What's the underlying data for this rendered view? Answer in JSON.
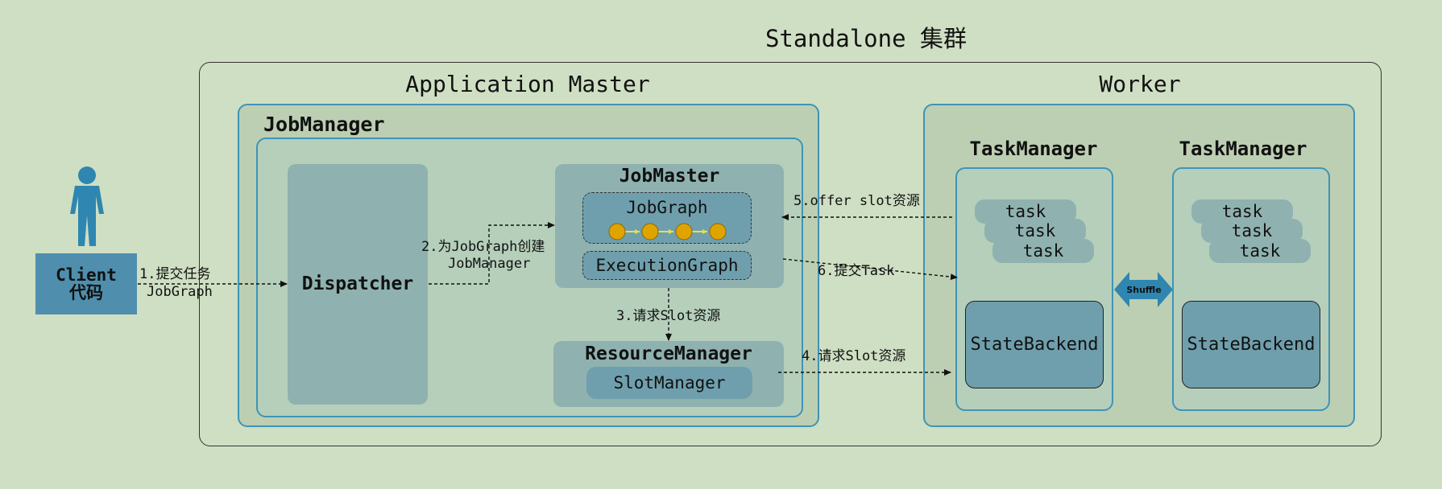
{
  "title": "Standalone 集群",
  "application_master": {
    "title": "Application Master",
    "jobmanager": {
      "label": "JobManager",
      "dispatcher": "Dispatcher",
      "jobmaster": {
        "label": "JobMaster",
        "jobgraph": "JobGraph",
        "executiongraph": "ExecutionGraph"
      },
      "resourcemanager": {
        "label": "ResourceManager",
        "slotmanager": "SlotManager"
      }
    }
  },
  "worker": {
    "title": "Worker",
    "taskmanagers": [
      {
        "label": "TaskManager",
        "tasks": [
          "task",
          "task",
          "task"
        ],
        "state_backend": "StateBackend"
      },
      {
        "label": "TaskManager",
        "tasks": [
          "task",
          "task",
          "task"
        ],
        "state_backend": "StateBackend"
      }
    ],
    "shuffle": "Shuffle"
  },
  "client": {
    "line1": "Client",
    "line2": "代码"
  },
  "edges": {
    "step1_line1": "1.提交任务",
    "step1_line2": "JobGraph",
    "step2_line1": "2.为JobGraph创建",
    "step2_line2": "JobManager",
    "step3": "3.请求Slot资源",
    "step4": "4.请求Slot资源",
    "step5": "5.offer slot资源",
    "step6": "6.提交Task"
  },
  "colors": {
    "background": "#cfdfc3",
    "box_border": "#3e94b8",
    "client_fill": "#4f8fad",
    "dag_node": "#e0a400"
  }
}
